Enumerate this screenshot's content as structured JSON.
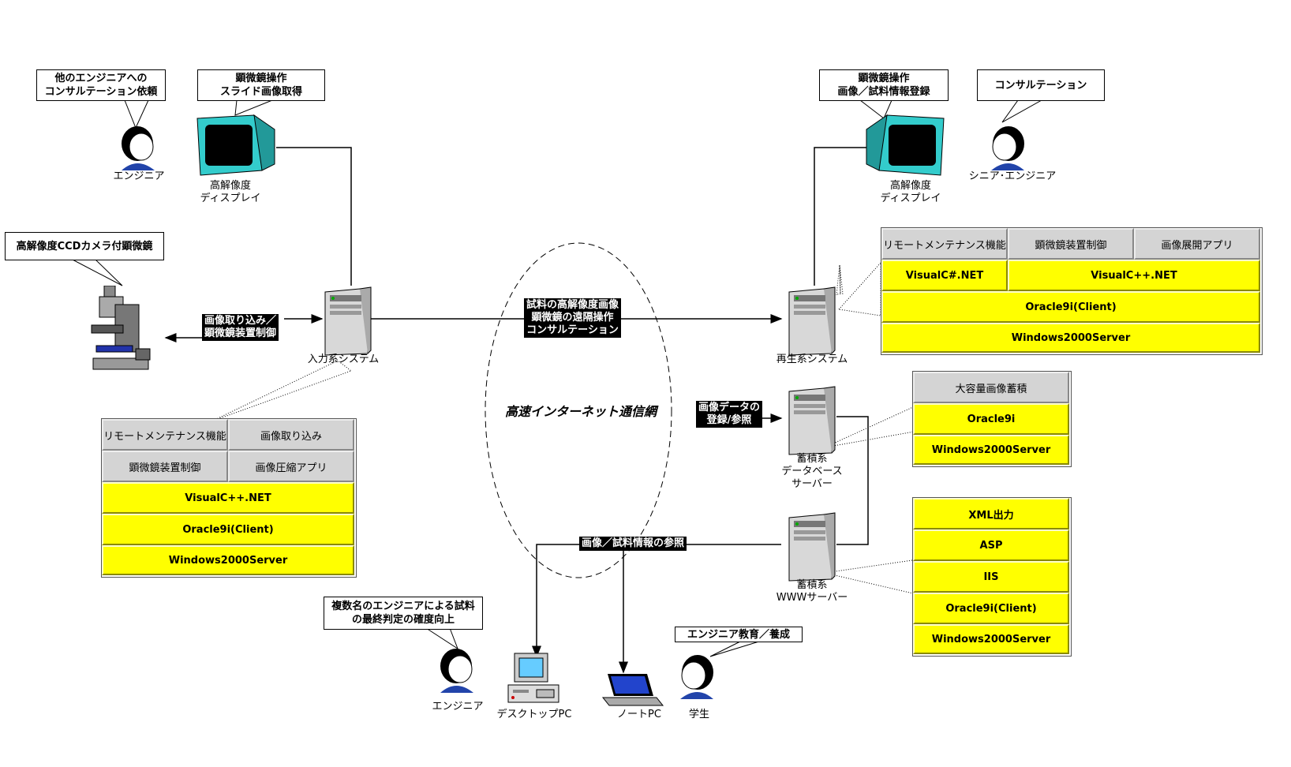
{
  "colors": {
    "platform": "#ffff00",
    "app": "#d4d4d4",
    "monitor": "#33cccc",
    "shirt": "#2244aa"
  },
  "callouts": {
    "consult_request": "他のエンジニアへの\nコンサルテーション依頼",
    "scope_left": "顕微鏡操作\nスライド画像取得",
    "microscope": "高解像度CCDカメラ付顕微鏡",
    "scope_right": "顕微鏡操作\n画像／試料情報登録",
    "consultation": "コンサルテーション",
    "multi_engineer": "複数名のエンジニアによる試料\nの最終判定の確度向上",
    "education": "エンジニア教育／養成"
  },
  "labels": {
    "engineer_tl": "エンジニア",
    "display_left": "高解像度\nディスプレイ",
    "input_system": "入力系システム",
    "display_right": "高解像度\nディスプレイ",
    "senior": "シニア･エンジニア",
    "playback_system": "再生系システム",
    "db_server": "蓄積系\nデータベース\nサーバー",
    "www_server": "蓄積系\nWWWサーバー",
    "engineer_bottom": "エンジニア",
    "desktop": "デスクトップPC",
    "notebook": "ノートPC",
    "student": "学生"
  },
  "arrows": {
    "capture": "画像取り込み／\n顕微鏡装置制御",
    "network_msg": "試料の高解像度画像\n顕微鏡の遠隔操作\nコンサルテーション",
    "db_io": "画像データの\n登録/参照",
    "reference": "画像／試料情報の参照"
  },
  "network": {
    "label": "高速インターネット通信網"
  },
  "stacks": {
    "input": {
      "row1": [
        "リモートメンテナンス機能",
        "画像取り込み"
      ],
      "row2": [
        "顕微鏡装置制御",
        "画像圧縮アプリ"
      ],
      "dev": "VisualC++.NET",
      "db": "Oracle9i(Client)",
      "os": "Windows2000Server"
    },
    "playback": {
      "row1": [
        "リモートメンテナンス機能",
        "顕微鏡装置制御",
        "画像展開アプリ"
      ],
      "dev": [
        "VisualC#.NET",
        "VisualC++.NET"
      ],
      "db": "Oracle9i(Client)",
      "os": "Windows2000Server"
    },
    "database": {
      "app": "大容量画像蓄積",
      "db": "Oracle9i",
      "os": "Windows2000Server"
    },
    "www": {
      "rows": [
        "XML出力",
        "ASP",
        "IIS",
        "Oracle9i(Client)",
        "Windows2000Server"
      ]
    }
  }
}
